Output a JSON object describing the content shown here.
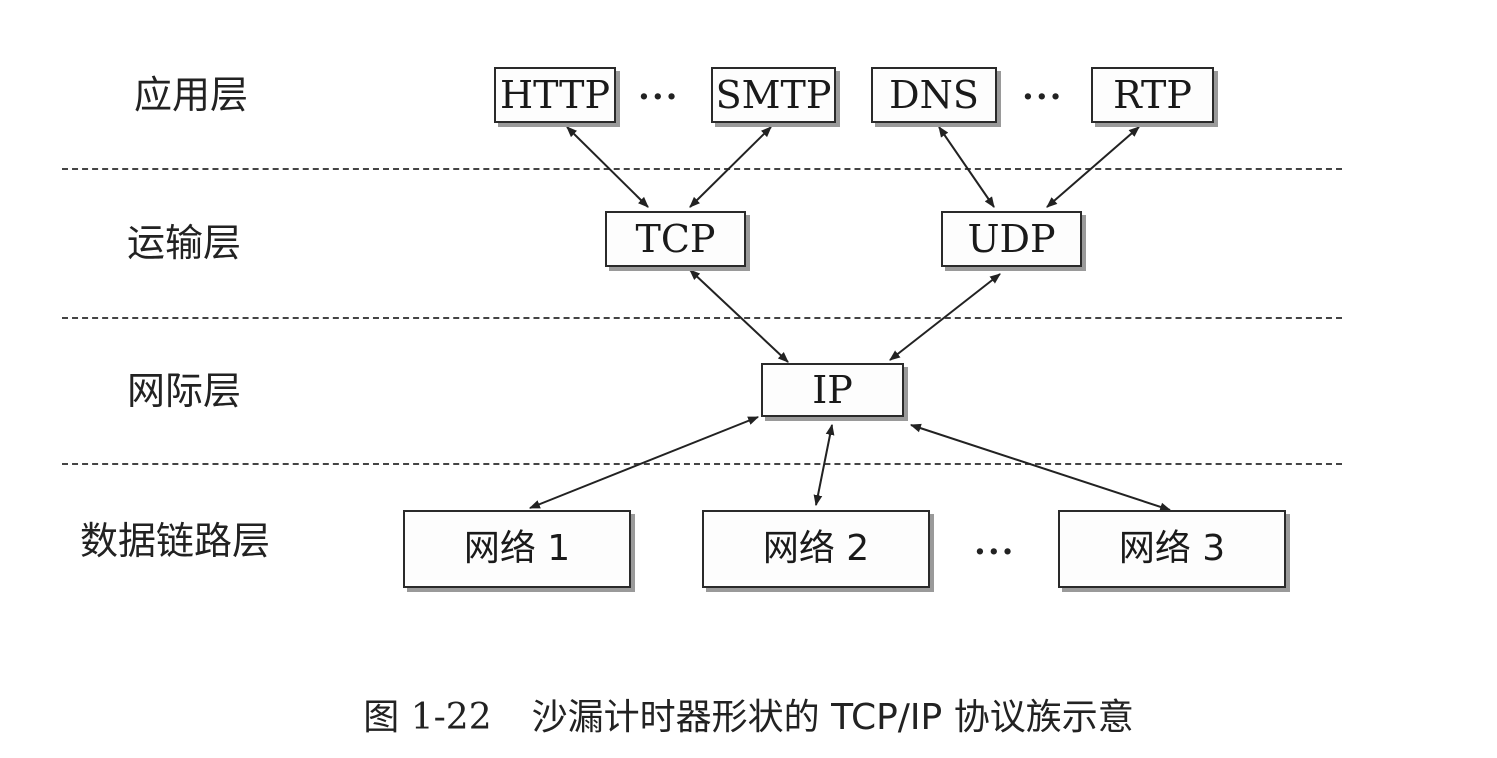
{
  "layers": {
    "application": "应用层",
    "transport": "运输层",
    "internet": "网际层",
    "link": "数据链路层"
  },
  "application_protocols": {
    "http": "HTTP",
    "smtp": "SMTP",
    "dns": "DNS",
    "rtp": "RTP"
  },
  "transport_protocols": {
    "tcp": "TCP",
    "udp": "UDP"
  },
  "internet_protocol": {
    "ip": "IP"
  },
  "networks": {
    "net1": "网络 1",
    "net2": "网络 2",
    "net3": "网络 3"
  },
  "ellipsis": "···",
  "caption": {
    "number": "图 1-22",
    "text": "沙漏计时器形状的 TCP/IP 协议族示意"
  }
}
